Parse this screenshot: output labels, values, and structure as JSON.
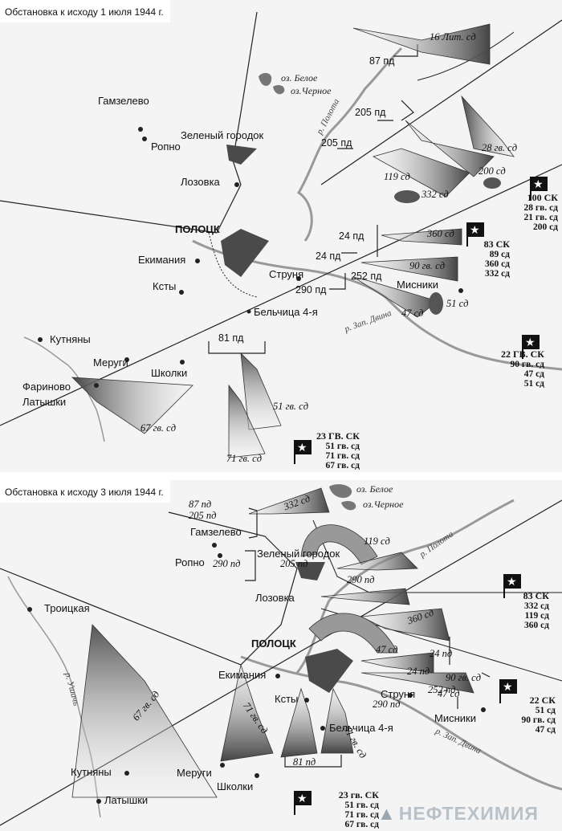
{
  "map1": {
    "title": "Обстановка к исходу 1 июля 1944 г.",
    "cities": [
      "Гамзелево",
      "Ропно",
      "Зеленый городок",
      "Лозовка",
      "ПОЛОЦК",
      "Екимания",
      "Ксты",
      "Струня",
      "Мисники",
      "Бельчица 4-я",
      "Кутняны",
      "Меруги",
      "Школки",
      "Фариново",
      "Латышки"
    ],
    "lakes": [
      "оз. Белое",
      "оз.Черное"
    ],
    "rivers": [
      "р. Полота",
      "р. Зап. Двина"
    ],
    "german_units": [
      "87 пд",
      "205 пд",
      "205 пд",
      "24 пд",
      "24 пд",
      "252 пд",
      "290 пд",
      "81 пд"
    ],
    "soviet_units": [
      "16 Лит. сд",
      "28 гв. сд",
      "200 сд",
      "119 сд",
      "332 сд",
      "360 сд",
      "90 гв. сд",
      "47 сд",
      "51 сд",
      "51 гв. сд",
      "67 гв. сд",
      "71 гв. сд"
    ],
    "corps": [
      {
        "head": "100 СК",
        "lines": [
          "28 гв. сд",
          "21 гв. сд",
          "200 сд"
        ]
      },
      {
        "head": "83 СК",
        "lines": [
          "89 сд",
          "360 сд",
          "332 сд"
        ]
      },
      {
        "head": "22 ГВ. СК",
        "lines": [
          "90 гв. сд",
          "47 сд",
          "51 сд"
        ]
      },
      {
        "head": "23 ГВ. СК",
        "lines": [
          "51 гв. сд",
          "71 гв. сд",
          "67 гв. сд"
        ]
      }
    ]
  },
  "map2": {
    "title": "Обстановка к исходу 3 июля 1944 г.",
    "cities": [
      "Гамзелево",
      "Ропно",
      "Зеленый городок",
      "Лозовка",
      "Троицкая",
      "ПОЛОЦК",
      "Екимания",
      "Ксты",
      "Струня",
      "Мисники",
      "Бельчица 4-я",
      "Кутняны",
      "Меруги",
      "Школки",
      "Латышки"
    ],
    "lakes": [
      "оз. Белое",
      "оз.Черное"
    ],
    "rivers": [
      "р. Полота",
      "р. Зап. Двина",
      "р. Ушачь"
    ],
    "german_units": [
      "87 пд",
      "205 пд",
      "290 пд",
      "205 пд",
      "24 пд",
      "24 пд",
      "252 пд",
      "290 пд",
      "81 пд"
    ],
    "soviet_units": [
      "332 сд",
      "119 сд",
      "290 пд",
      "360 сд",
      "90 гв. сд",
      "47 сд",
      "67 гв. сд",
      "71 гв. сд",
      "51 гв. сд",
      "47 сд"
    ],
    "corps": [
      {
        "head": "83 СК",
        "lines": [
          "332 сд",
          "119 сд",
          "360 сд"
        ]
      },
      {
        "head": "22 СК",
        "lines": [
          "51 сд",
          "90 гв. сд",
          "47 сд"
        ]
      },
      {
        "head": "23 гв. СК",
        "lines": [
          "51 гв. сд",
          "71 гв. сд",
          "67 гв. сд"
        ]
      }
    ]
  },
  "watermark": "НЕФТЕХИМИЯ"
}
